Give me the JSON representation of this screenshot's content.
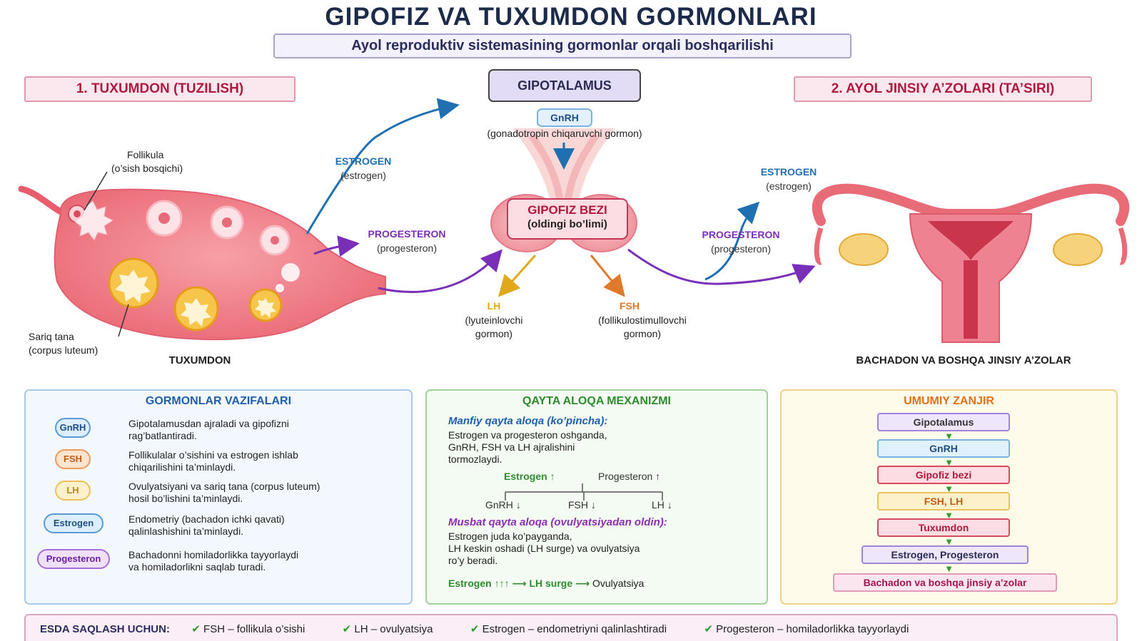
{
  "title": "GIPOFIZ VA TUXUMDON GORMONLARI",
  "subtitle": "Ayol reproduktiv sistemasining gormonlar orqali boshqarilishi",
  "sections": {
    "left": "1. TUXUMDON (TUZILISH)",
    "center": "GIPOTALAMUS",
    "right": "2. AYOL JINSIY A’ZOLARI (TA’SIRI)"
  },
  "diagram": {
    "gnrh": "GnRH",
    "gnrh_desc": "(gonadotropin chiqaruvchi gormon)",
    "pituitary_title": "GIPOFIZ BEZI",
    "pituitary_sub": "(oldingi bo’limi)",
    "lh": "LH",
    "lh_desc_1": "(lyuteinlovchi",
    "lh_desc_2": "gormon)",
    "fsh": "FSH",
    "fsh_desc_1": "(follikulostimullovchi",
    "fsh_desc_2": "gormon)",
    "estrogen_left": "ESTROGEN",
    "estrogen_left_sub": "(estrogen)",
    "progesteron_left": "PROGESTERON",
    "progesteron_left_sub": "(progesteron)",
    "estrogen_right": "ESTROGEN",
    "estrogen_right_sub": "(estrogen)",
    "progesteron_right": "PROGESTERON",
    "progesteron_right_sub": "(progesteron)",
    "follicle_1": "Follikula",
    "follicle_2": "(o’sish bosqichi)",
    "corpus_1": "Sariq tana",
    "corpus_2": "(corpus luteum)",
    "ovary_caption": "TUXUMDON",
    "uterus_caption": "BACHADON VA BOSHQA JINSIY A’ZOLAR",
    "colors": {
      "estrogen": "#1f6fb3",
      "progesteron": "#7a2fb8",
      "lh": "#e0a81a",
      "fsh": "#e07a2a"
    }
  },
  "functions": {
    "title": "GORMONLAR VAZIFALARI",
    "items": [
      {
        "name": "GnRH",
        "text_1": "Gipotalamusdan ajraladi va gipofizni",
        "text_2": "rag’batlantiradi."
      },
      {
        "name": "FSH",
        "text_1": "Follikulalar o’sishini va estrogen ishlab",
        "text_2": "chiqarilishini ta’minlaydi."
      },
      {
        "name": "LH",
        "text_1": "Ovulyatsiyani va sariq tana (corpus luteum)",
        "text_2": "hosil bo’lishini ta’minlaydi."
      },
      {
        "name": "Estrogen",
        "text_1": "Endometriy (bachadon ichki qavati)",
        "text_2": "qalinlashishini ta’minlaydi."
      },
      {
        "name": "Progesteron",
        "text_1": "Bachadonni homiladorlikka tayyorlaydi",
        "text_2": "va homiladorlikni saqlab turadi."
      }
    ]
  },
  "feedback": {
    "title": "QAYTA ALOQA MEXANIZMI",
    "negative_head": "Manfiy qayta aloqa (ko’pincha):",
    "negative_1": "Estrogen va progesteron oshganda,",
    "negative_2": "GnRH, FSH va LH ajralishini",
    "negative_3": "tormozlaydi.",
    "tree_estrogen": "Estrogen ↑",
    "tree_progesteron": "Progesteron ↑",
    "tree_gnrh": "GnRH ↓",
    "tree_fsh": "FSH ↓",
    "tree_lh": "LH ↓",
    "positive_head": "Musbat qayta aloqa (ovulyatsiyadan oldin):",
    "positive_1": "Estrogen juda ko’payganda,",
    "positive_2": "LH keskin oshadi (LH surge) va ovulyatsiya",
    "positive_3": "ro’y beradi.",
    "seq_1": "Estrogen ↑↑↑",
    "seq_2": "LH surge",
    "seq_3": "Ovulyatsiya"
  },
  "chain": {
    "title": "UMUMIY ZANJIR",
    "steps": [
      "Gipotalamus",
      "GnRH",
      "Gipofiz bezi",
      "FSH, LH",
      "Tuxumdon",
      "Estrogen, Progesteron",
      "Bachadon va boshqa jinsiy a’zolar"
    ]
  },
  "memo": {
    "label": "ESDA SAQLASH UCHUN:",
    "items": [
      "FSH – follikula o’sishi",
      "LH – ovulyatsiya",
      "Estrogen – endometriyni qalinlashtiradi",
      "Progesteron – homiladorlikka tayyorlaydi"
    ]
  }
}
